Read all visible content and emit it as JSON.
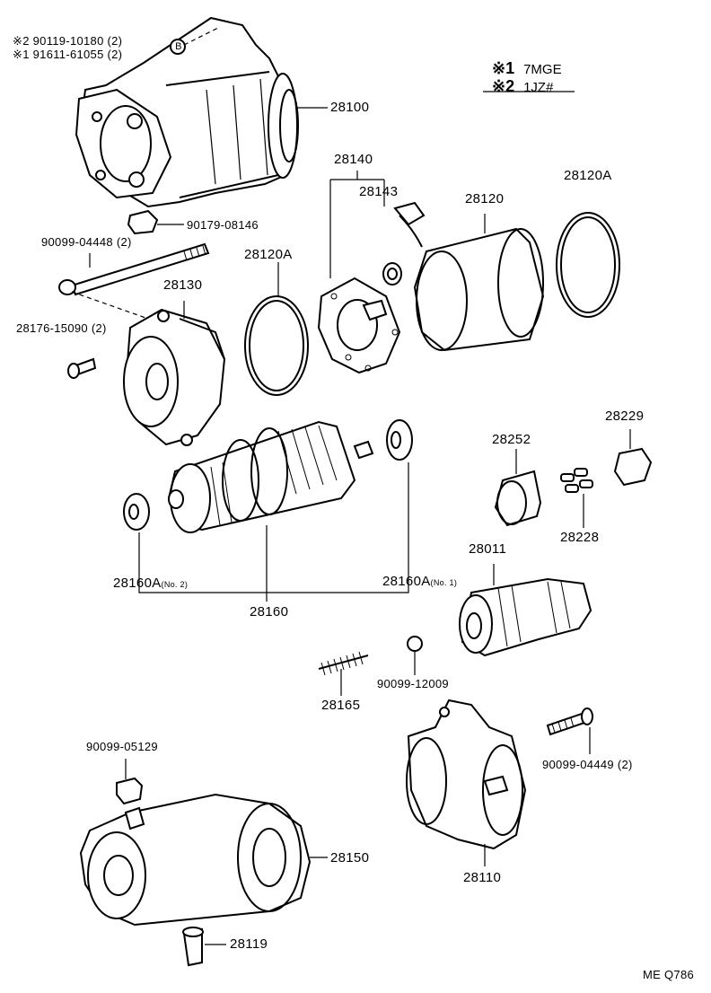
{
  "legend": [
    {
      "mark": "※1",
      "text": "7MGE"
    },
    {
      "mark": "※2",
      "text": "1JZ#"
    }
  ],
  "notes": {
    "bolt_2": "※2  90119-10180 (2)",
    "bolt_1": "※1  91611-61055 (2)",
    "circled_b": "B",
    "footer_code": "ME Q786"
  },
  "parts": {
    "p28100": "28100",
    "p90179": "90179-08146",
    "p9009904448": "90099-04448 (2)",
    "p28130": "28130",
    "p28176": "28176-15090 (2)",
    "p28120A_left": "28120A",
    "p28140": "28140",
    "p28143": "28143",
    "p28120": "28120",
    "p28120A_right": "28120A",
    "p28229": "28229",
    "p28252": "28252",
    "p28228": "28228",
    "p28160A_no2": "28160A",
    "p28160A_no2_sub": "(No. 2)",
    "p28160A_no1": "28160A",
    "p28160A_no1_sub": "(No. 1)",
    "p28160": "28160",
    "p28011": "28011",
    "p28165": "28165",
    "p9009912009": "90099-12009",
    "p9009905129": "90099-05129",
    "p9009904449": "90099-04449 (2)",
    "p28150": "28150",
    "p28110": "28110",
    "p28119": "28119"
  }
}
